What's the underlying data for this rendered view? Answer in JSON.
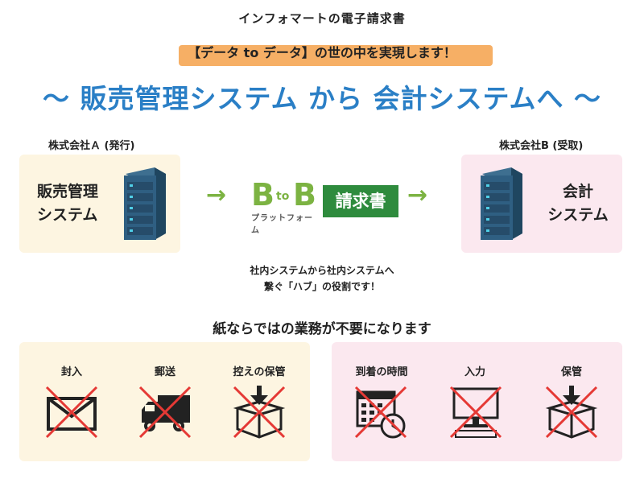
{
  "header": {
    "subtitle": "インフォマートの電子請求書",
    "highlight": "【データ to データ】の世の中を実現します！",
    "headline": "～ 販売管理システム から 会計システムへ ～"
  },
  "diagram": {
    "company_a": "株式会社Ａ (発行)",
    "company_b": "株式会社B (受取)",
    "system_a_line1": "販売管理",
    "system_a_line2": "システム",
    "system_b_line1": "会計",
    "system_b_line2": "システム",
    "arrow_glyph": "→",
    "platform_b": "B",
    "platform_to": "to",
    "platform_sub": "プラットフォーム",
    "invoice_label": "請求書",
    "caption_line1": "社内システムから社内システムへ",
    "caption_line2": "繋ぐ「ハブ」の役割です！"
  },
  "unnecessary": {
    "title": "紙ならではの業務が不要になります",
    "left_items": [
      {
        "label": "封入",
        "icon": "envelope-icon"
      },
      {
        "label": "郵送",
        "icon": "truck-icon"
      },
      {
        "label": "控えの保管",
        "icon": "box-icon"
      }
    ],
    "right_items": [
      {
        "label": "到着の時間",
        "icon": "calendar-clock-icon"
      },
      {
        "label": "入力",
        "icon": "computer-icon"
      },
      {
        "label": "保管",
        "icon": "box-icon"
      }
    ]
  },
  "colors": {
    "headline": "#2a7fc6",
    "accent_green": "#7cb342",
    "invoice_green": "#2e8b3d",
    "highlight_orange": "#f4a14a",
    "cross_red": "#e53935",
    "panel_cream": "#fdf5e1",
    "panel_pink": "#fbe8ef"
  }
}
